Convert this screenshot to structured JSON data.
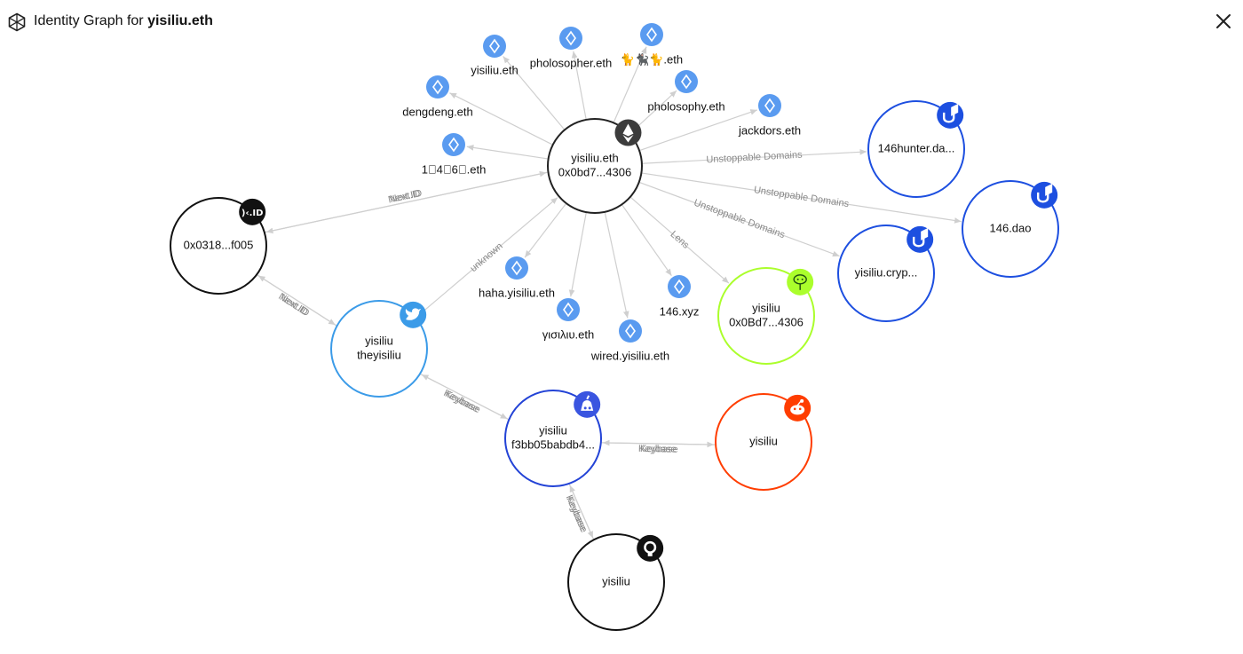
{
  "header": {
    "title_prefix": "Identity Graph for",
    "title_name": "yisiliu.eth",
    "close_label": "close"
  },
  "colors": {
    "ethereum": "#222222",
    "nextid": "#111111",
    "twitter": "#3b9be8",
    "keybase": "#2343d6",
    "reddit": "#ff3d00",
    "github": "#111111",
    "lens": "#abfe2c",
    "unstoppable": "#1d4fe0",
    "ens": "#5a9bf0",
    "edge": "#cfcfcf",
    "edge_label": "#8a8a8a"
  },
  "nodes": [
    {
      "id": "eth",
      "lines": [
        "yisiliu.eth",
        "0x0bd7...4306"
      ],
      "platform": "ethereum",
      "badge": "ethereum-icon"
    },
    {
      "id": "nextid",
      "lines": [
        "0x0318...f005"
      ],
      "platform": "nextid",
      "badge": "nextid-icon",
      "badge_text": ")‹.ID"
    },
    {
      "id": "twitter",
      "lines": [
        "yisiliu",
        "theyisiliu"
      ],
      "platform": "twitter",
      "badge": "twitter-icon"
    },
    {
      "id": "keybase",
      "lines": [
        "yisiliu",
        "f3bb05babdb4..."
      ],
      "platform": "keybase",
      "badge": "keybase-icon"
    },
    {
      "id": "reddit",
      "lines": [
        "yisiliu"
      ],
      "platform": "reddit",
      "badge": "reddit-icon"
    },
    {
      "id": "github",
      "lines": [
        "yisiliu"
      ],
      "platform": "github",
      "badge": "github-icon"
    },
    {
      "id": "lens",
      "lines": [
        "yisiliu",
        "0x0Bd7...4306"
      ],
      "platform": "lens",
      "badge": "lens-icon"
    },
    {
      "id": "ud1",
      "lines": [
        "146hunter.da..."
      ],
      "platform": "unstoppable",
      "badge": "unstoppable-icon"
    },
    {
      "id": "ud2",
      "lines": [
        "146.dao"
      ],
      "platform": "unstoppable",
      "badge": "unstoppable-icon"
    },
    {
      "id": "ud3",
      "lines": [
        "yisiliu.cryp..."
      ],
      "platform": "unstoppable",
      "badge": "unstoppable-icon"
    }
  ],
  "ens_domains": [
    {
      "id": "ens1",
      "label": "yisiliu.eth"
    },
    {
      "id": "ens2",
      "label": "pholosopher.eth"
    },
    {
      "id": "ens3",
      "label": "🐈🐈‍⬛🐈.eth"
    },
    {
      "id": "ens4",
      "label": "pholosophy.eth"
    },
    {
      "id": "ens5",
      "label": "dengdeng.eth"
    },
    {
      "id": "ens6",
      "label": "jackdors.eth"
    },
    {
      "id": "ens7",
      "label": "1􏿿4􏿿6􏿿.eth"
    },
    {
      "id": "ens8",
      "label": "haha.yisiliu.eth"
    },
    {
      "id": "ens9",
      "label": "γισιλιυ.eth"
    },
    {
      "id": "ens10",
      "label": "wired.yisiliu.eth"
    },
    {
      "id": "ens11",
      "label": "146.xyz"
    }
  ],
  "edges": [
    {
      "from": "eth",
      "to": "nextid",
      "label": "Next.ID"
    },
    {
      "from": "nextid",
      "to": "eth",
      "label": "Next.ID"
    },
    {
      "from": "nextid",
      "to": "twitter",
      "label": "Next.ID"
    },
    {
      "from": "twitter",
      "to": "nextid",
      "label": "Next.ID"
    },
    {
      "from": "twitter",
      "to": "eth",
      "label": "unknown"
    },
    {
      "from": "twitter",
      "to": "keybase",
      "label": "Keybase"
    },
    {
      "from": "keybase",
      "to": "twitter",
      "label": "Keybase"
    },
    {
      "from": "keybase",
      "to": "reddit",
      "label": "Keybase"
    },
    {
      "from": "reddit",
      "to": "keybase",
      "label": "Keybase"
    },
    {
      "from": "keybase",
      "to": "github",
      "label": "Keybase"
    },
    {
      "from": "github",
      "to": "keybase",
      "label": "Keybase"
    },
    {
      "from": "eth",
      "to": "lens",
      "label": "Lens"
    },
    {
      "from": "eth",
      "to": "ud1",
      "label": "Unstoppable Domains"
    },
    {
      "from": "eth",
      "to": "ud2",
      "label": "Unstoppable Domains"
    },
    {
      "from": "eth",
      "to": "ud3",
      "label": "Unstoppable Domains"
    },
    {
      "from": "eth",
      "to": "ens1",
      "label": ""
    },
    {
      "from": "eth",
      "to": "ens2",
      "label": ""
    },
    {
      "from": "eth",
      "to": "ens3",
      "label": ""
    },
    {
      "from": "eth",
      "to": "ens4",
      "label": ""
    },
    {
      "from": "eth",
      "to": "ens5",
      "label": ""
    },
    {
      "from": "eth",
      "to": "ens6",
      "label": ""
    },
    {
      "from": "eth",
      "to": "ens7",
      "label": ""
    },
    {
      "from": "eth",
      "to": "ens8",
      "label": ""
    },
    {
      "from": "eth",
      "to": "ens9",
      "label": ""
    },
    {
      "from": "eth",
      "to": "ens10",
      "label": ""
    },
    {
      "from": "eth",
      "to": "ens11",
      "label": ""
    }
  ]
}
